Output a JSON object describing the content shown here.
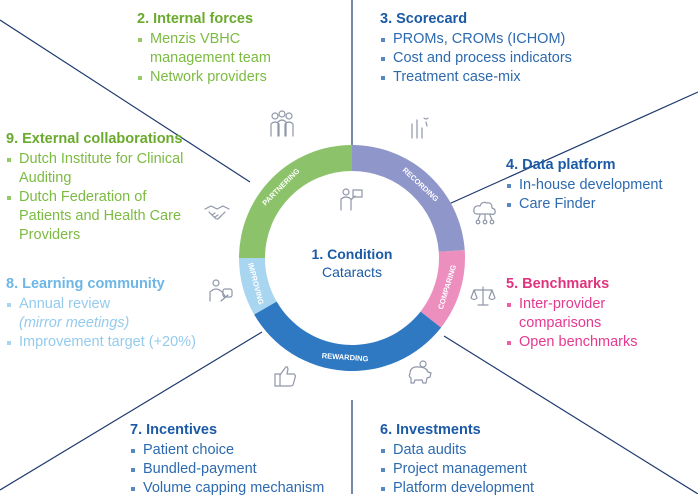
{
  "center": {
    "title": "1. Condition",
    "subtitle": "Cataracts"
  },
  "ring": {
    "partnering": "PARTNERING",
    "recording": "RECORDING",
    "comparing": "COMPARING",
    "rewarding": "REWARDING",
    "improving": "IMPROVING"
  },
  "blocks": {
    "internal_forces": {
      "title": "2. Internal forces",
      "items": [
        "Menzis VBHC management team",
        "Network providers"
      ]
    },
    "scorecard": {
      "title": "3. Scorecard",
      "items": [
        "PROMs, CROMs (ICHOM)",
        "Cost and process indicators",
        "Treatment case-mix"
      ]
    },
    "data_platform": {
      "title": "4. Data platform",
      "items": [
        "In-house development",
        "Care Finder"
      ]
    },
    "benchmarks": {
      "title": "5. Benchmarks",
      "items": [
        "Inter-provider comparisons",
        "Open benchmarks"
      ]
    },
    "investments": {
      "title": "6. Investments",
      "items": [
        "Data audits",
        "Project management",
        "Platform development"
      ]
    },
    "incentives": {
      "title": "7. Incentives",
      "items": [
        "Patient choice",
        "Bundled-payment",
        "Volume capping mechanism"
      ]
    },
    "learning": {
      "title": "8. Learning community",
      "items": [
        "Annual review",
        "Improvement target (+20%)"
      ],
      "item0_sub": "(mirror meetings)"
    },
    "external": {
      "title": "9. External collaborations",
      "items": [
        "Dutch Institute for Clinical Auditing",
        "Dutch Federation of Patients and Health Care Providers"
      ]
    }
  },
  "icons": [
    "people-icon",
    "chart-icon",
    "cloud-network-icon",
    "scale-icon",
    "piggy-bank-icon",
    "thumbs-up-icon",
    "person-chart-icon",
    "handshake-icon",
    "presenter-icon"
  ],
  "colors": {
    "green": "#8cc36a",
    "purple": "#8f96c9",
    "pink": "#ec8fbf",
    "blue": "#2f79c2",
    "light_blue": "#a8d5f0",
    "navy": "#1b3f7a"
  }
}
